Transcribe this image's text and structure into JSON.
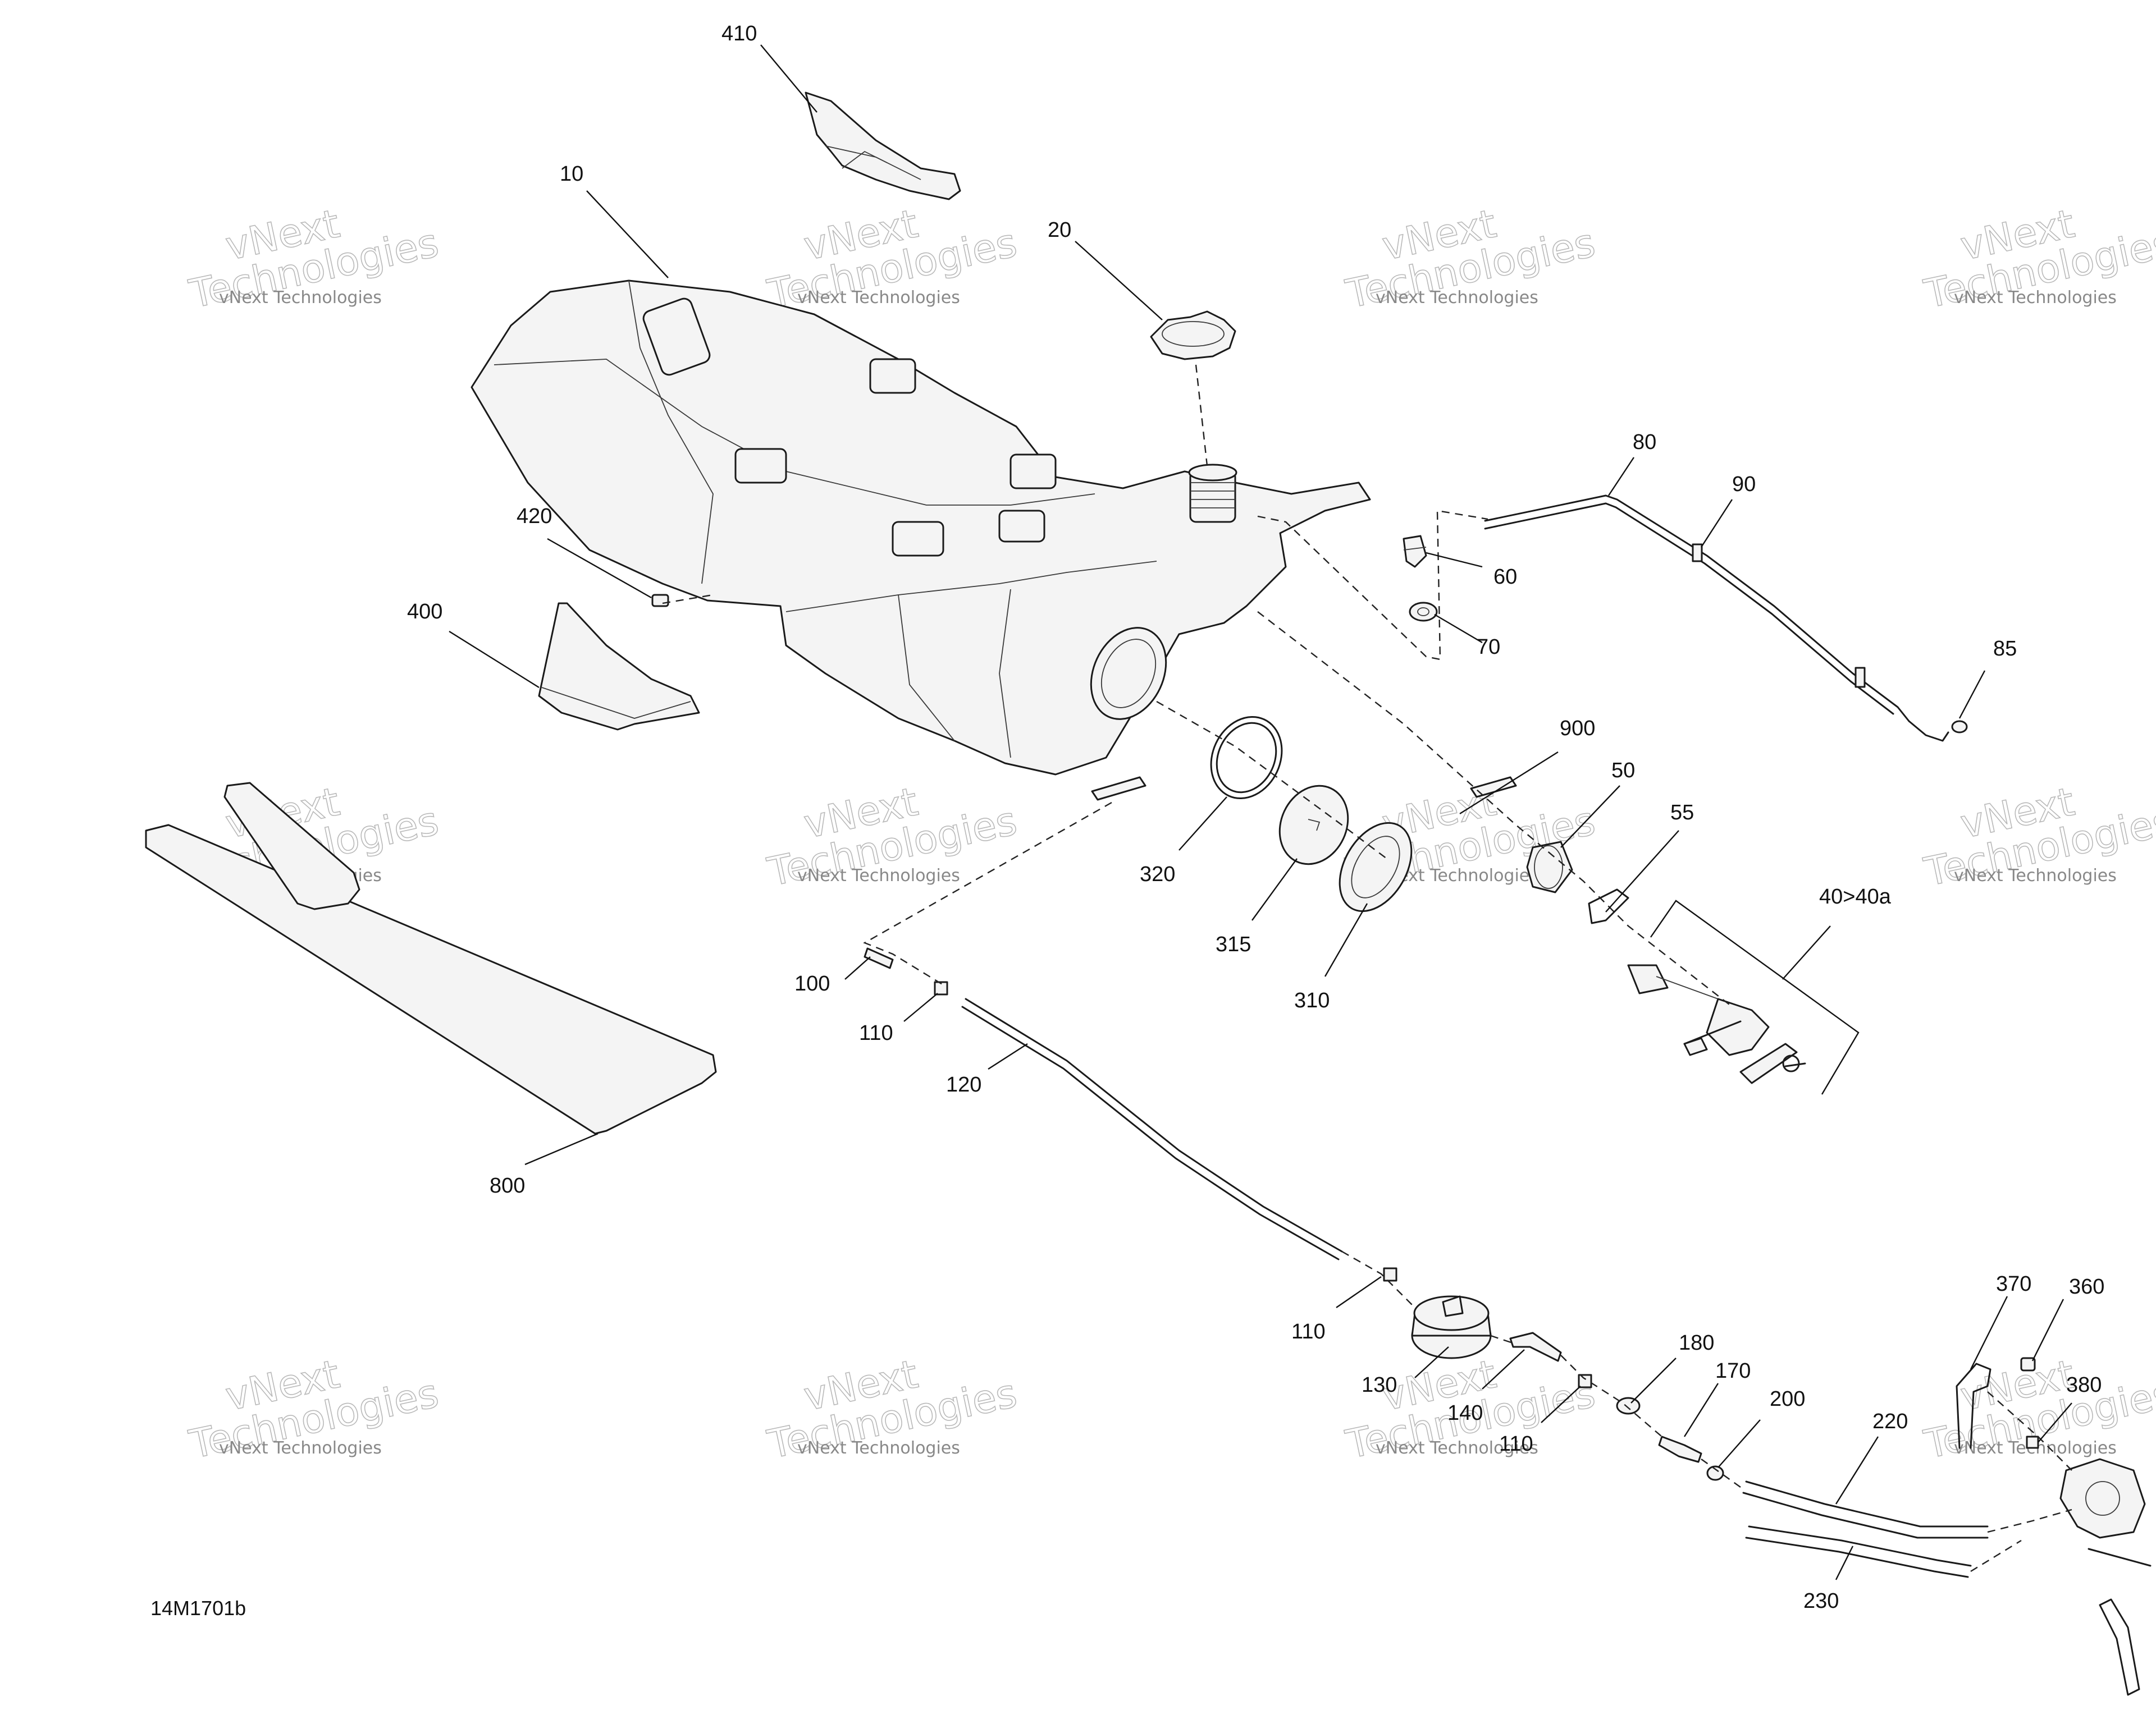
{
  "diagram_code": "14M1701b",
  "watermark": {
    "line1": "vNext",
    "line2": "Technologies",
    "caption": "vNext Technologies"
  },
  "callouts": {
    "c410": "410",
    "c10": "10",
    "c20": "20",
    "c80": "80",
    "c90": "90",
    "c60": "60",
    "c70": "70",
    "c85": "85",
    "c420": "420",
    "c400": "400",
    "c900": "900",
    "c50": "50",
    "c55": "55",
    "c40": "40>40a",
    "c320": "320",
    "c315": "315",
    "c310": "310",
    "c100": "100",
    "c110a": "110",
    "c120": "120",
    "c800": "800",
    "c110b": "110",
    "c130": "130",
    "c140": "140",
    "c110c": "110",
    "c180": "180",
    "c170": "170",
    "c200": "200",
    "c220": "220",
    "c230": "230",
    "c370": "370",
    "c360": "360",
    "c380": "380"
  }
}
